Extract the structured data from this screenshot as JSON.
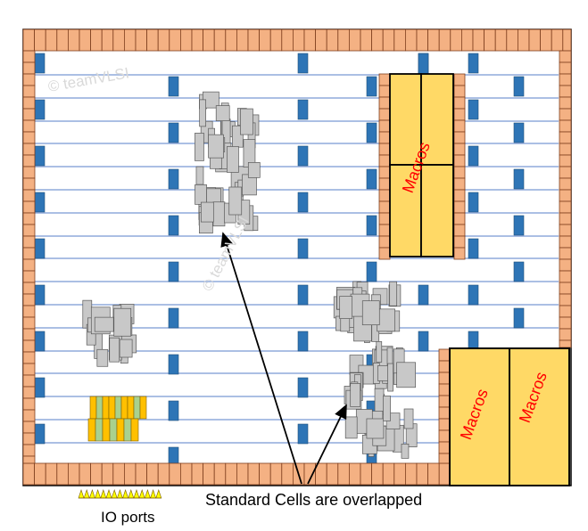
{
  "diagram": {
    "macro_label": "Macros",
    "caption": "Standard Cells are overlapped",
    "io_label": "IO ports",
    "watermark": "© teamVLSI"
  },
  "colors": {
    "pad": "#F4B183",
    "pad_border": "#7F3F1F",
    "macro": "#FFD966",
    "macro_border": "#000000",
    "macro_text": "#FF0000",
    "row_line": "#8FAADC",
    "power_tap": "#2E75B6",
    "cell_fill": "#C8C8C8",
    "cell_border": "#595959",
    "cell_yellow": "#FFC000",
    "cell_green": "#A9D18E",
    "io_pin": "#FFFF00",
    "arrow": "#000000",
    "watermark": "#D0D0D0"
  }
}
